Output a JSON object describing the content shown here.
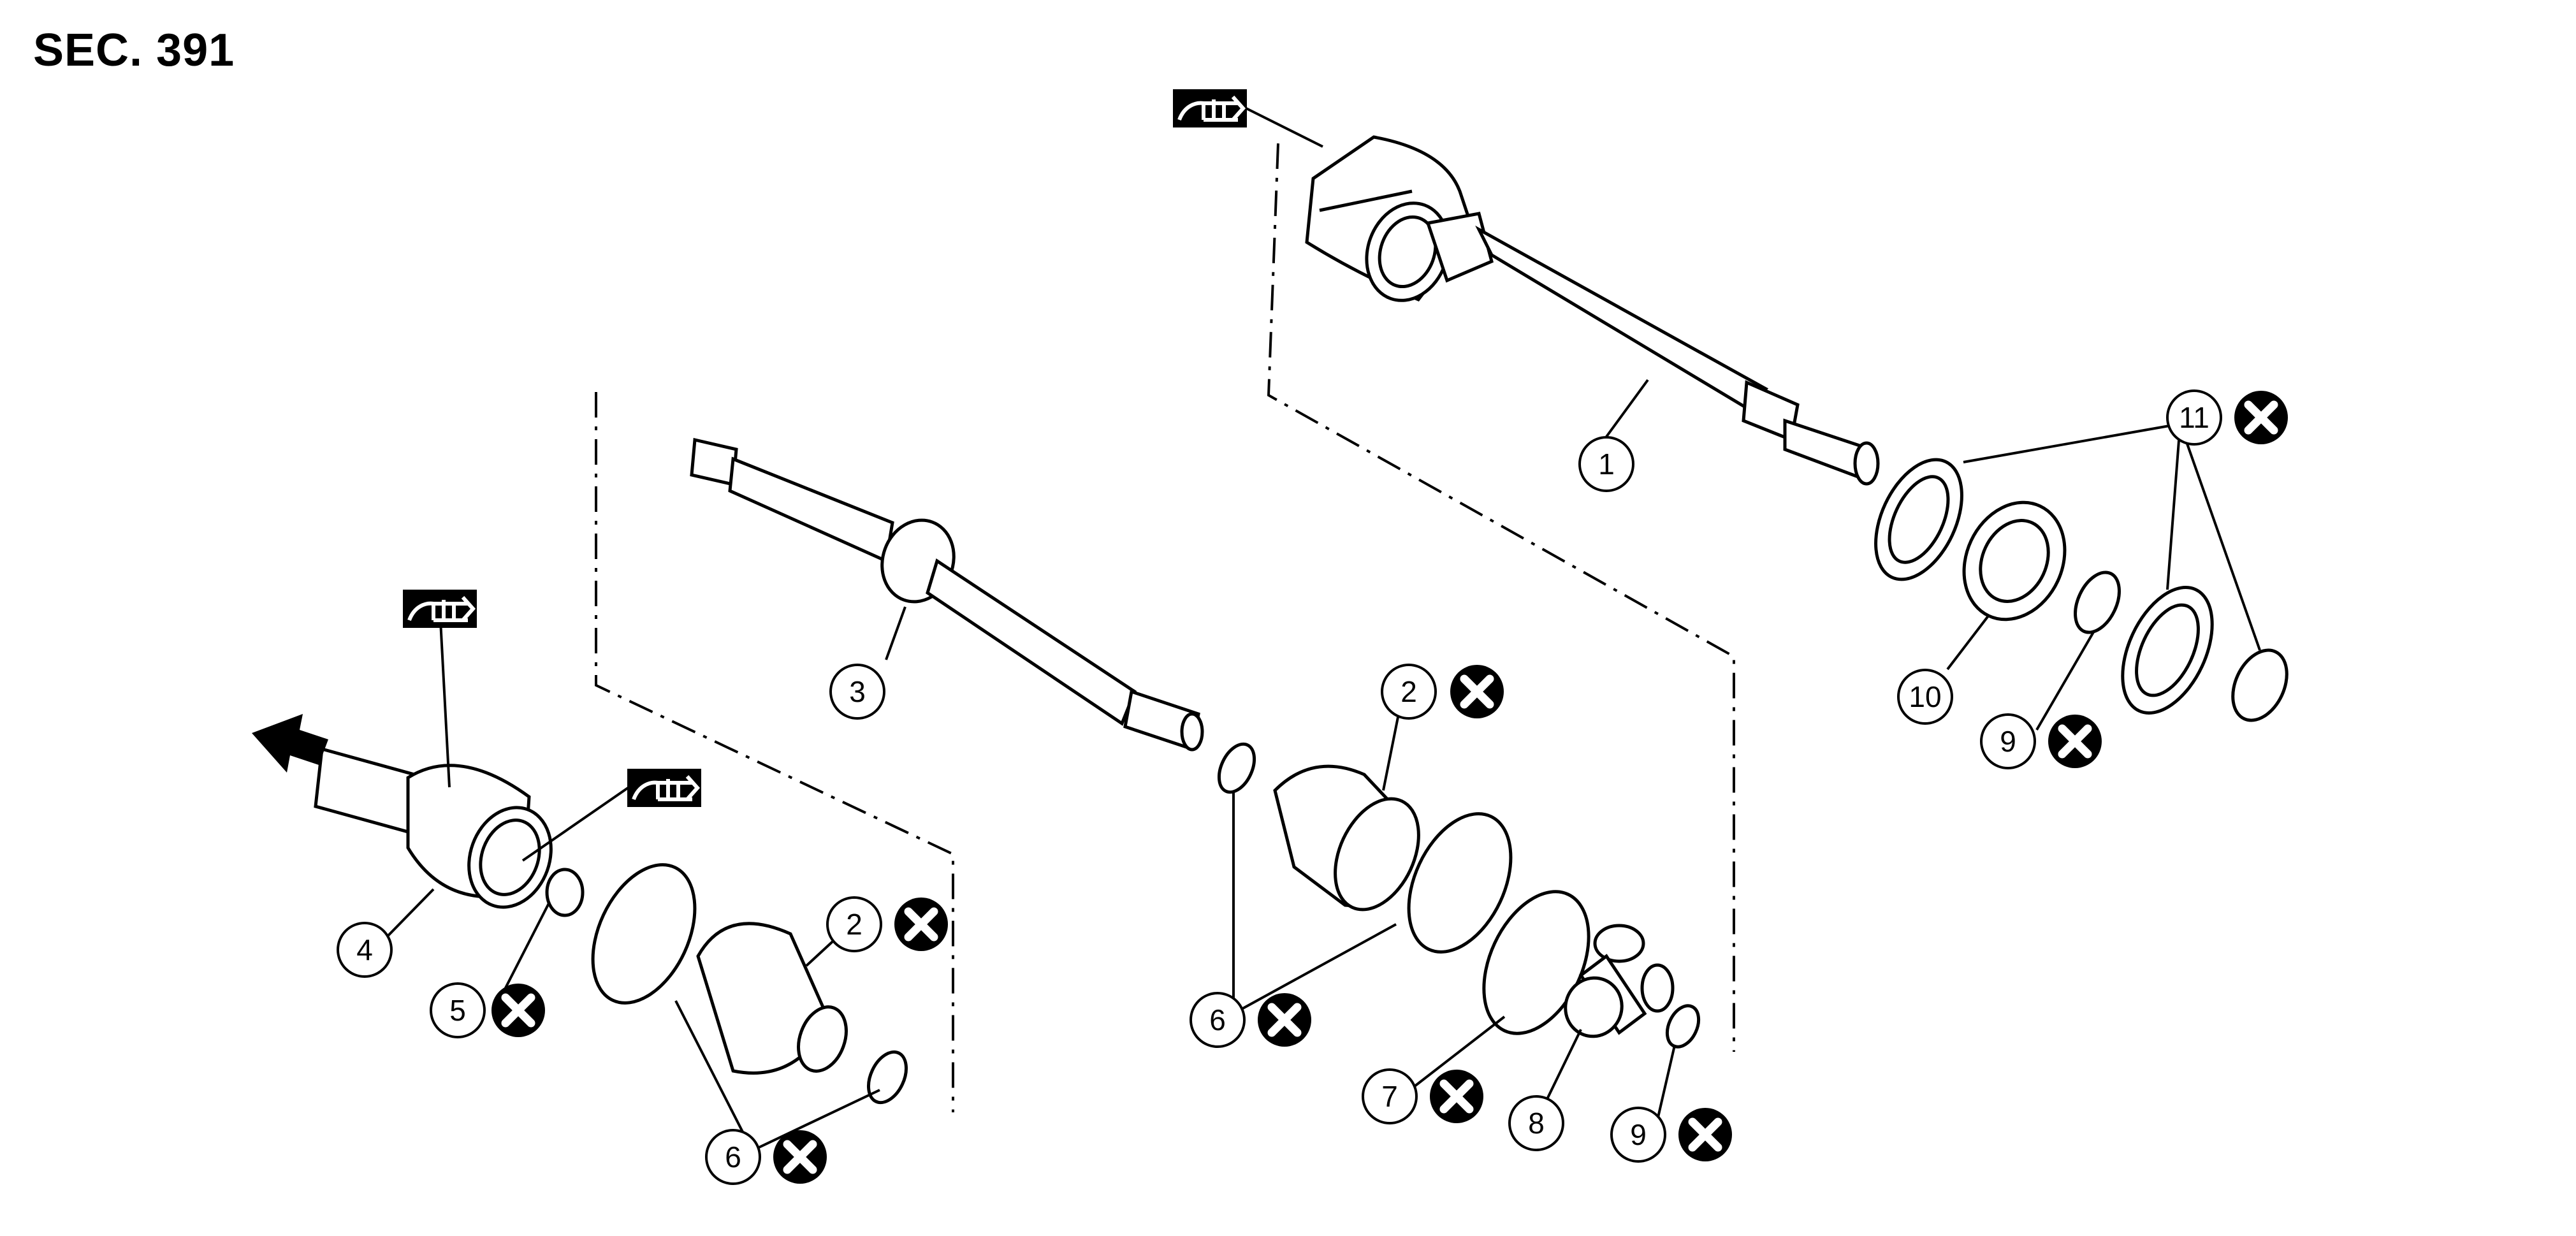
{
  "section_label": "SEC. 391",
  "colors": {
    "line": "#000000",
    "background": "#ffffff",
    "symbol_fill": "#000000",
    "symbol_glyph": "#ffffff"
  },
  "legend_symbols": {
    "grease": "grease-icon",
    "replace": "do-not-reuse-icon",
    "direction": "vehicle-front-arrow-icon"
  },
  "callouts": [
    {
      "id": "c1",
      "label": "1"
    },
    {
      "id": "c2a",
      "label": "2"
    },
    {
      "id": "c2b",
      "label": "2"
    },
    {
      "id": "c3",
      "label": "3"
    },
    {
      "id": "c4",
      "label": "4"
    },
    {
      "id": "c5",
      "label": "5"
    },
    {
      "id": "c6a",
      "label": "6"
    },
    {
      "id": "c6b",
      "label": "6"
    },
    {
      "id": "c7",
      "label": "7"
    },
    {
      "id": "c8",
      "label": "8"
    },
    {
      "id": "c9a",
      "label": "9"
    },
    {
      "id": "c9b",
      "label": "9"
    },
    {
      "id": "c10",
      "label": "10"
    },
    {
      "id": "c11",
      "label": "11"
    }
  ]
}
